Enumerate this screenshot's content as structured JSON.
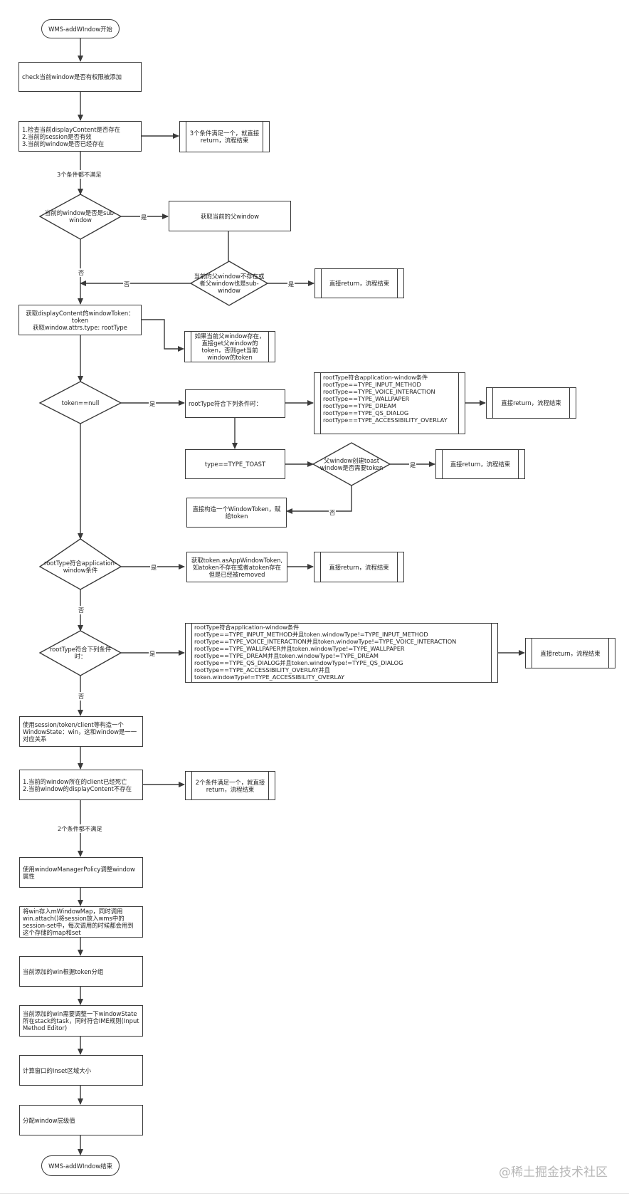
{
  "flowchart": {
    "start": "WMS-addWIndow开始",
    "check_permission": "check当前window是否有权限被添加",
    "precheck_conditions": "1.检查当前displayContent是否存在\n2.当前的session是否有效\n3.当前的window是否已经存在",
    "precheck_return": "3个条件满足一个，就直接return，流程结束",
    "precheck_fail_label": "3个条件都不满足",
    "is_sub_window": "当前的window是否是sub-window",
    "get_parent_window": "获取当前的父window",
    "parent_missing_decision": "当前的父window不存在或者父window也是sub-window",
    "parent_return": "直接return，流程结束",
    "get_token": "获取displayContent的windowToken：token\n获取window.attrs.type: rootType",
    "parent_token_note": "如果当前父window存在，直接get父window的token，否则get当前window的token",
    "token_null_decision": "token==null",
    "roottype_match_lower": "rootType符合下列条件时：",
    "roottype_app_conditions": "rootType符合application-window条件\nrootType==TYPE_INPUT_METHOD\nrootType==TYPE_VOICE_INTERACTION\nrootType==TYPE_WALLPAPER\nrootType==TYPE_DREAM\nrootType==TYPE_QS_DIALOG\nrootType==TYPE_ACCESSIBILITY_OVERLAY",
    "null_return": "直接return，流程结束",
    "type_toast": "type==TYPE_TOAST",
    "toast_decision": "父window创建toast window是否需要token",
    "toast_return": "直接return，流程结束",
    "build_token": "直接构造一个WindowToken，赋给token",
    "app_window_decision": "rootType符合application-window条件",
    "get_app_token": "获取token.asAppWindowToken,如atoken不存在或者atoken存在但是已经被removed",
    "app_return": "直接return，流程结束",
    "roottype_match_decision": "rootType符合下列条件时：",
    "roottype_full_conditions": "rootType符合application-window条件\nrootType==TYPE_INPUT_METHOD并且token.windowType!=TYPE_INPUT_METHOD\nrootType==TYPE_VOICE_INTERACTION并且token.windowType!=TYPE_VOICE_INTERACTION\nrootType==TYPE_WALLPAPER并且token.windowType!=TYPE_WALLPAPER\nrootType==TYPE_DREAM并且token.windowType!=TYPE_DREAM\nrootType==TYPE_QS_DIALOG并且token.windowType!=TYPE_QS_DIALOG\nrootType==TYPE_ACCESSIBILITY_OVERLAY并且\ntoken.windowType!=TYPE_ACCESSIBILITY_OVERLAY",
    "full_return": "直接return，流程结束",
    "construct_windowstate": "使用session/token/client等构造一个WindowState：win，这和window是一一对应关系",
    "client_check": "1.当前的window所在的client已经死亡\n2.当前window的displayContent不存在",
    "client_return": "2个条件满足一个，就直接return，流程结束",
    "client_fail_label": "2个条件都不满足",
    "adjust_policy": "使用windowManagerPolicy调整window属性",
    "store_map": "将win存入mWindowMap，同时调用win.attach()将session放入wms中的session-set中，每次调用的时候都会用到这个存储的map和set",
    "group_token": "当前添加的win根据token分组",
    "adjust_stack": "当前添加的win需要调整一下windowState所在stack的task，同时符合IME规则(Input Method Editor)",
    "compute_inset": "计算窗口的Inset区域大小",
    "assign_layer": "分配window层级值",
    "end": "WMS-addWIndow结束"
  },
  "labels": {
    "yes": "是",
    "no": "否"
  },
  "watermark": "@稀土掘金技术社区",
  "colors": {
    "line": "#3a3a3a",
    "text": "#222222",
    "watermark": "#b7b7b7"
  }
}
